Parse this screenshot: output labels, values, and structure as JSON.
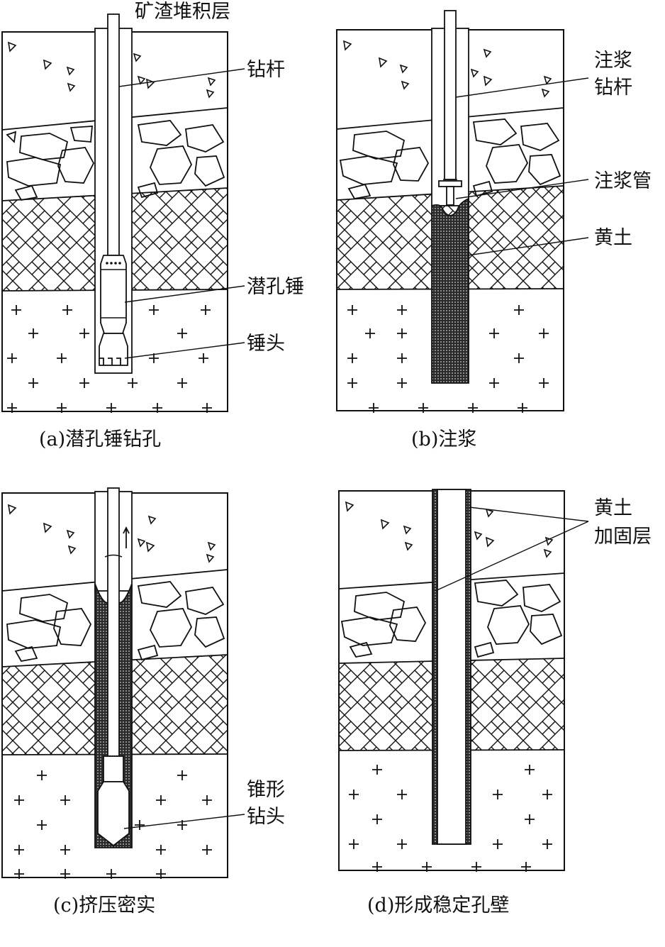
{
  "panels": {
    "a": {
      "caption": "(a)潜孔锤钻孔",
      "labels": {
        "slag_layer": "矿渣堆积层",
        "drill_rod": "钻杆",
        "dth_hammer": "潜孔锤",
        "hammer_head": "锤头"
      }
    },
    "b": {
      "caption": "(b)注浆",
      "labels": {
        "grout_rod_1": "注浆",
        "grout_rod_2": "钻杆",
        "grout_pipe": "注浆管",
        "loess": "黄土"
      }
    },
    "c": {
      "caption": "(c)挤压密实",
      "labels": {
        "cone_bit_1": "锥形",
        "cone_bit_2": "钻头"
      }
    },
    "d": {
      "caption": "(d)形成稳定孔壁",
      "labels": {
        "loess_layer_1": "黄土",
        "loess_layer_2": "加固层"
      }
    }
  },
  "colors": {
    "line": "#111111",
    "background": "#ffffff"
  }
}
